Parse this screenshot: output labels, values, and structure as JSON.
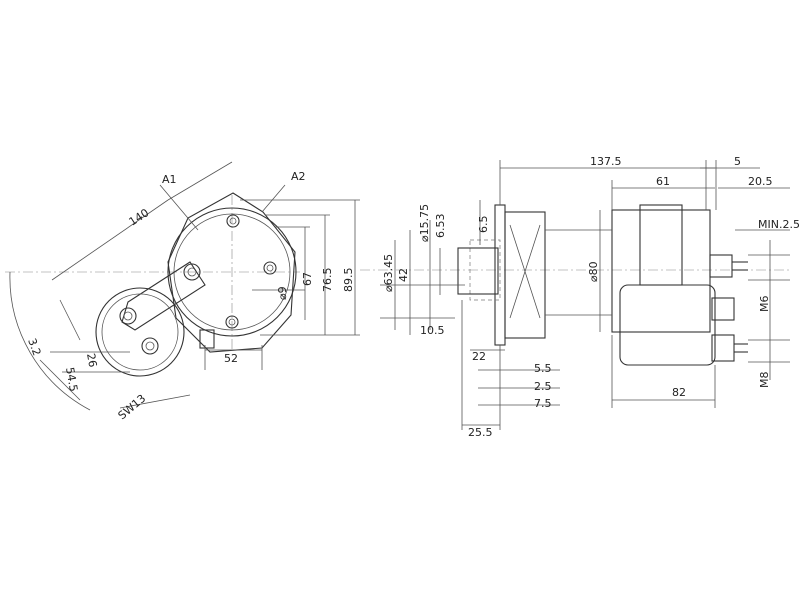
{
  "front_view": {
    "terminal_a1": "A1",
    "terminal_a2": "A2",
    "dim_140": "140",
    "dim_3_2": "3.2",
    "dim_54_5": "54.5",
    "dim_26": "26",
    "dim_sw13": "SW13",
    "dim_52": "52",
    "dim_67": "67",
    "dim_76_5": "76.5",
    "dim_89_5": "89.5",
    "dim_dia9": "⌀9"
  },
  "side_view": {
    "dim_dia63_45": "⌀63.45",
    "dim_42": "42",
    "dim_dia15_75": "⌀15.75",
    "dim_6_53": "6.53",
    "dim_6_5": "6.5",
    "dim_10_5": "10.5",
    "dim_22": "22",
    "dim_5_5": "5.5",
    "dim_2_5": "2.5",
    "dim_7_5": "7.5",
    "dim_25_5": "25.5",
    "dim_137_5": "137.5",
    "dim_5": "5",
    "dim_61": "61",
    "dim_20_5": "20.5",
    "dim_min2_5": "MIN.2.5",
    "dim_dia80": "⌀80",
    "dim_m6": "M6",
    "dim_m8": "M8",
    "dim_82": "82"
  }
}
